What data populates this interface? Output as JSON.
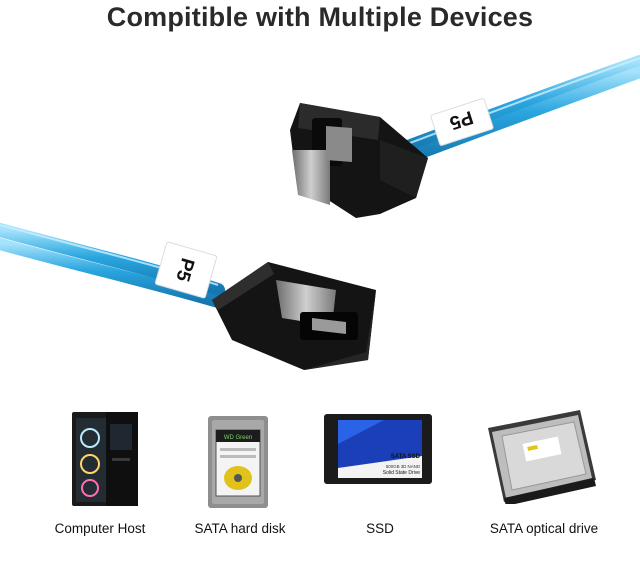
{
  "header": {
    "title": "Compitible with Multiple Devices"
  },
  "cable": {
    "tag_text": "P5",
    "colors": {
      "cable": "#2aa6e0",
      "cable_highlight": "#8fd6f6",
      "connector": "#111111",
      "latch": "#9a9a9a"
    }
  },
  "devices": [
    {
      "label": "Computer Host",
      "icon": "pc-tower-icon"
    },
    {
      "label": "SATA hard disk",
      "icon": "hard-disk-icon",
      "drive_label": "WD Green"
    },
    {
      "label": "SSD",
      "icon": "ssd-icon",
      "drive_text": "SATA SSD",
      "drive_subtext": "Solid State Drive",
      "drive_model": "500GB 3D NAND"
    },
    {
      "label": "SATA optical drive",
      "icon": "optical-drive-icon"
    }
  ]
}
